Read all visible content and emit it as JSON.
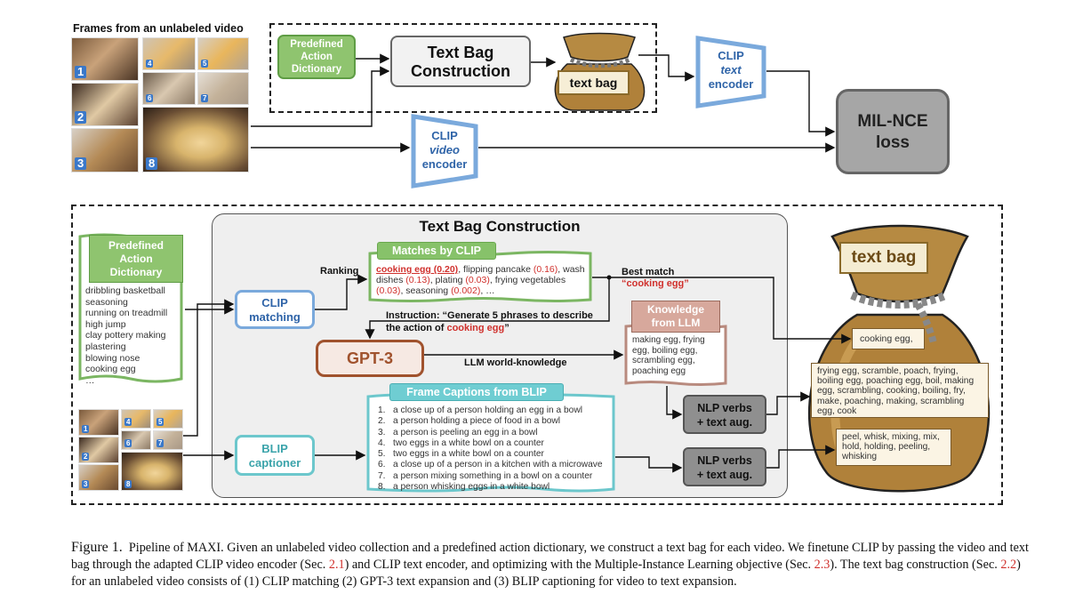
{
  "top": {
    "frames_title": "Frames from an unlabeled video",
    "frame_numbers": [
      "1",
      "2",
      "3",
      "4",
      "5",
      "6",
      "7",
      "8"
    ],
    "predefined": [
      "Predefined",
      "Action",
      "Dictionary"
    ],
    "text_bag_construction": [
      "Text Bag",
      "Construction"
    ],
    "text_bag": "text bag",
    "clip_text": [
      "CLIP",
      "text",
      "encoder"
    ],
    "clip_video": [
      "CLIP",
      "video",
      "encoder"
    ],
    "loss": [
      "MIL-NCE",
      "loss"
    ]
  },
  "bottom": {
    "title": "Text Bag Construction",
    "predefined": [
      "Predefined",
      "Action",
      "Dictionary"
    ],
    "dictionary_items": [
      "dribbling basketball",
      "seasoning",
      "running on treadmill",
      "high jump",
      "clay pottery making",
      "plastering",
      "blowing nose",
      "cooking egg",
      "…"
    ],
    "frame_numbers": [
      "1",
      "2",
      "3",
      "4",
      "5",
      "6",
      "7",
      "8"
    ],
    "clip_matching": [
      "CLIP",
      "matching"
    ],
    "ranking": "Ranking",
    "matches_title": "Matches by CLIP",
    "matches": [
      {
        "text": "cooking egg (0.20)",
        "style": "top"
      },
      {
        "text": ", flipping pancake ",
        "style": "plain"
      },
      {
        "text": "(0.16)",
        "style": "score"
      },
      {
        "text": ", wash dishes ",
        "style": "plain"
      },
      {
        "text": "(0.13)",
        "style": "score"
      },
      {
        "text": ", plating ",
        "style": "plain"
      },
      {
        "text": "(0.03)",
        "style": "score"
      },
      {
        "text": ", frying vegetables ",
        "style": "plain"
      },
      {
        "text": "(0.03)",
        "style": "score"
      },
      {
        "text": ", seasoning ",
        "style": "plain"
      },
      {
        "text": "(0.002)",
        "style": "score"
      },
      {
        "text": ", …",
        "style": "plain"
      }
    ],
    "best_match_label": "Best match",
    "best_match_value": "“cooking egg”",
    "instruction_prefix": "Instruction: “Generate 5 phrases to describe",
    "instruction_mid": "the action of ",
    "instruction_action": "cooking egg",
    "instruction_end": "”",
    "gpt3": "GPT-3",
    "llm_world": "LLM world-knowledge",
    "knowledge_title": [
      "Knowledge",
      "from LLM"
    ],
    "knowledge_text": "making egg, frying egg, boiling egg, scrambling egg, poaching egg",
    "blip": [
      "BLIP",
      "captioner"
    ],
    "captions_title": "Frame Captions from BLIP",
    "captions": [
      "a close up of a person holding an egg in a bowl",
      "a person holding a piece of food in a bowl",
      "a person is peeling an egg in a bowl",
      "two eggs in a white bowl on a counter",
      "two eggs in a white bowl on a counter",
      "a close up of a person in a kitchen with a microwave",
      "a person mixing something in a bowl on a counter",
      "a person whisking eggs in a white bowl"
    ],
    "nlp_verbs": [
      "NLP verbs",
      "+ text aug."
    ],
    "bag_title": "text bag",
    "bag_best": "cooking egg,",
    "bag_llm": "frying egg, scramble, poach, frying, boiling egg, poaching egg, boil, making egg, scrambling, cooking, boiling, fry, make, poaching, making, scrambling egg, cook",
    "bag_blip": "peel, whisk, mixing, mix, hold, holding, peeling, whisking"
  },
  "caption": {
    "figure": "Figure 1.",
    "p1": "Pipeline of MAXI. Given an unlabeled video collection and a predefined action dictionary, we construct a text bag for each video. We finetune CLIP by passing the video and text bag through the adapted CLIP video encoder (Sec. ",
    "r1": "2.1",
    "p2": ") and CLIP text encoder, and optimizing with the Multiple-Instance Learning objective (Sec. ",
    "r2": "2.3",
    "p3": "). The text bag construction (Sec. ",
    "r3": "2.2",
    "p4": ") for an unlabeled video consists of (1) CLIP matching (2) GPT-3 text expansion and (3) BLIP captioning for video to text expansion."
  },
  "colors": {
    "green": "#7bb662",
    "blue": "#6ea1d8",
    "teal": "#6cc7cc",
    "gpt_brown": "#a0522d",
    "knowledge": "#b88a7e",
    "bag": "#b0813a",
    "red": "#d0312d"
  }
}
